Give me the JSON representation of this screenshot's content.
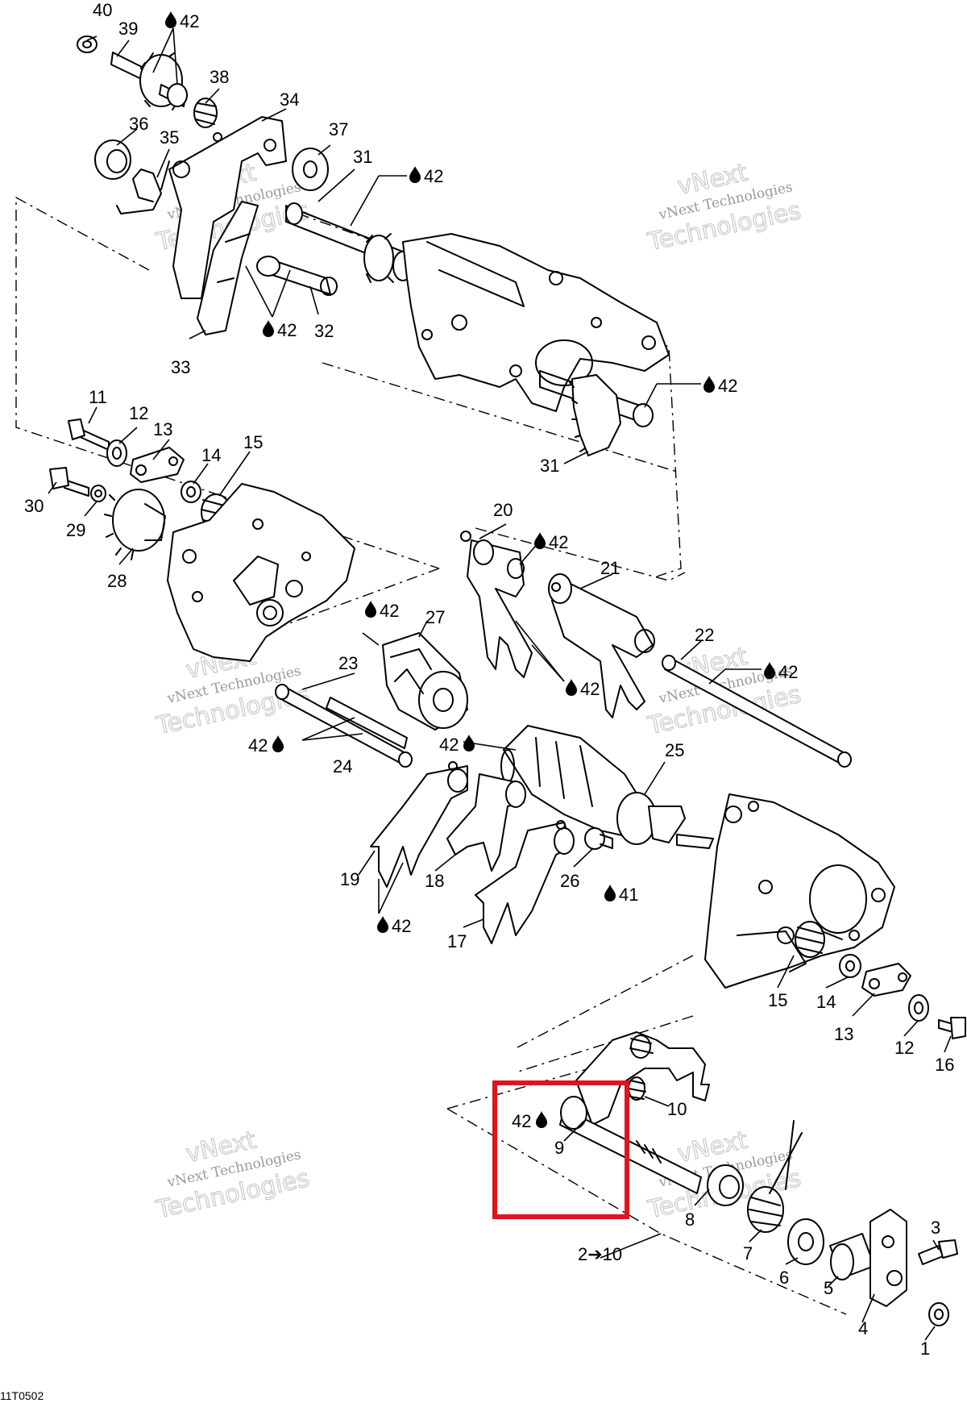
{
  "diagram": {
    "drawing_code": "11T0502",
    "watermark": {
      "line1": "vNext",
      "line2": "vNext Technologies",
      "line3": "Technologies"
    },
    "lubricant_ref": "42",
    "threadlock_ref": "41",
    "kit_label": "2➔10",
    "highlight_color": "#e0141e",
    "labels": [
      "1",
      "3",
      "4",
      "5",
      "6",
      "7",
      "8",
      "9",
      "10",
      "11",
      "12",
      "13",
      "14",
      "15",
      "16",
      "17",
      "18",
      "19",
      "20",
      "21",
      "22",
      "23",
      "24",
      "25",
      "26",
      "27",
      "28",
      "29",
      "30",
      "31",
      "32",
      "33",
      "34",
      "35",
      "36",
      "37",
      "38",
      "39",
      "40"
    ]
  }
}
